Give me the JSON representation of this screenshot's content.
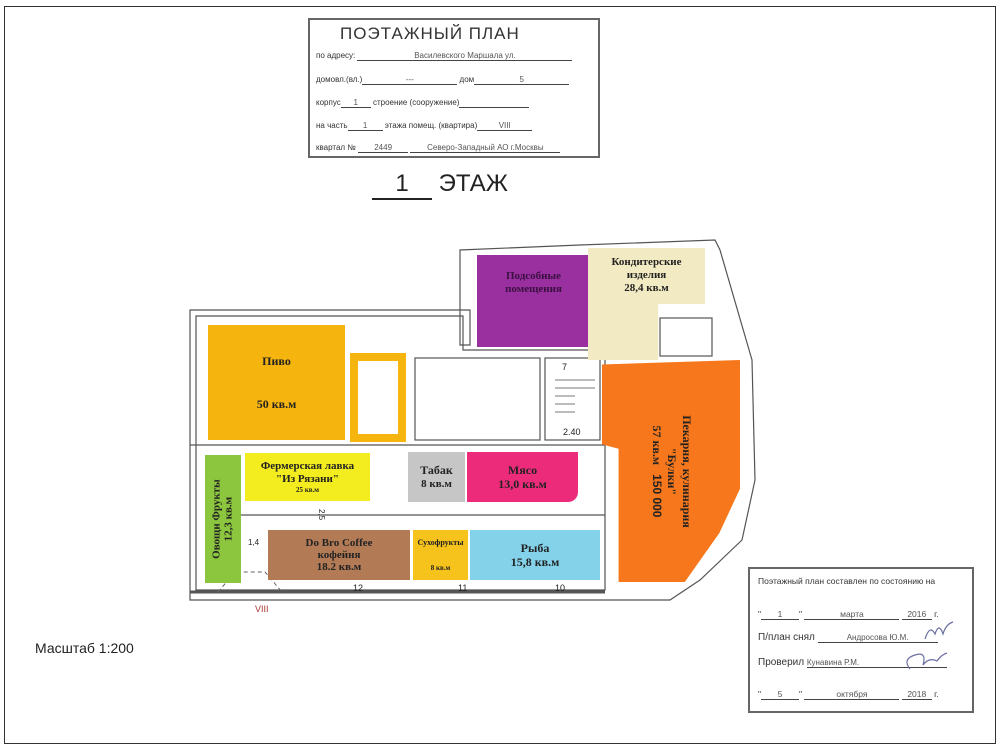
{
  "header_stamp": {
    "title": "ПОЭТАЖНЫЙ ПЛАН",
    "address_label": "по адресу:",
    "address_value": "Василевского Маршала ул.",
    "domovl_label": "домовл.(вл.)",
    "domovl_value": "---",
    "dom_label": "дом",
    "dom_value": "5",
    "korpus_label": "корпус",
    "korpus_value": "1",
    "stroenie_label": "строение (сооружение)",
    "part_label": "на часть",
    "part_value": "1",
    "floor_room_label": "этажа помещ. (квартира)",
    "floor_room_value": "VIII",
    "kvartal_label": "квартал №",
    "kvartal_value": "2449",
    "district": "Северо-Западный АО г.Москвы"
  },
  "floor": {
    "number": "1",
    "label": "ЭТАЖ"
  },
  "rooms": {
    "pivo": {
      "name": "Пиво",
      "area": "50 кв.м",
      "color": "#f6b50e"
    },
    "ovoshchi": {
      "name": "Овощи Фрукты",
      "area": "12,3 кв.м",
      "color": "#8cc63e"
    },
    "fermer": {
      "name": "Фермерская лавка",
      "sub": "\"Из Рязани\"",
      "area": "25 кв.м",
      "color": "#f3ec1e"
    },
    "tabak": {
      "name": "Табак",
      "area": "8 кв.м",
      "color": "#c6c6c6"
    },
    "myaso": {
      "name": "Мясо",
      "area": "13,0 кв.м",
      "color": "#ec2b7b"
    },
    "coffee": {
      "name": "Do Bro Coffee",
      "sub": "кофейня",
      "area": "18.2 кв.м",
      "color": "#b27b56"
    },
    "sukhofrukty": {
      "name": "Сухофрукты",
      "area": "8 кв.м",
      "color": "#f6c21c"
    },
    "ryba": {
      "name": "Рыба",
      "area": "15,8 кв.м",
      "color": "#83d2ea"
    },
    "podsobnye": {
      "name": "Подсобные",
      "sub": "помещения",
      "color": "#9a2f9f"
    },
    "konditer": {
      "name": "Кондитерские",
      "sub": "изделия",
      "area": "28,4 кв.м",
      "color": "#f2eac2"
    },
    "pekarnya": {
      "name": "Пекарня, кулинария",
      "sub": "\"Булки\"",
      "area": "57 кв.м",
      "price": "150 000",
      "color": "#f7781c"
    }
  },
  "plan_labels": {
    "n7": "7",
    "n240": "2.40",
    "n25": "2,5",
    "n14": "1,4",
    "n12": "12",
    "n11": "11",
    "n10": "10",
    "entrance": "VIII"
  },
  "scale": "Масштаб 1:200",
  "footer_stamp": {
    "title": "Поэтажный план составлен по состоянию на",
    "date1_day": "1",
    "date1_month": "марта",
    "date1_year": "2016",
    "year_suffix": "г.",
    "taken_label": "П/план снял",
    "taken_by": "Андросова Ю.М.",
    "checked_label": "Проверил",
    "checked_by": "Кунавина Р.М.",
    "date2_day": "5",
    "date2_month": "октября",
    "date2_year": "2018"
  }
}
